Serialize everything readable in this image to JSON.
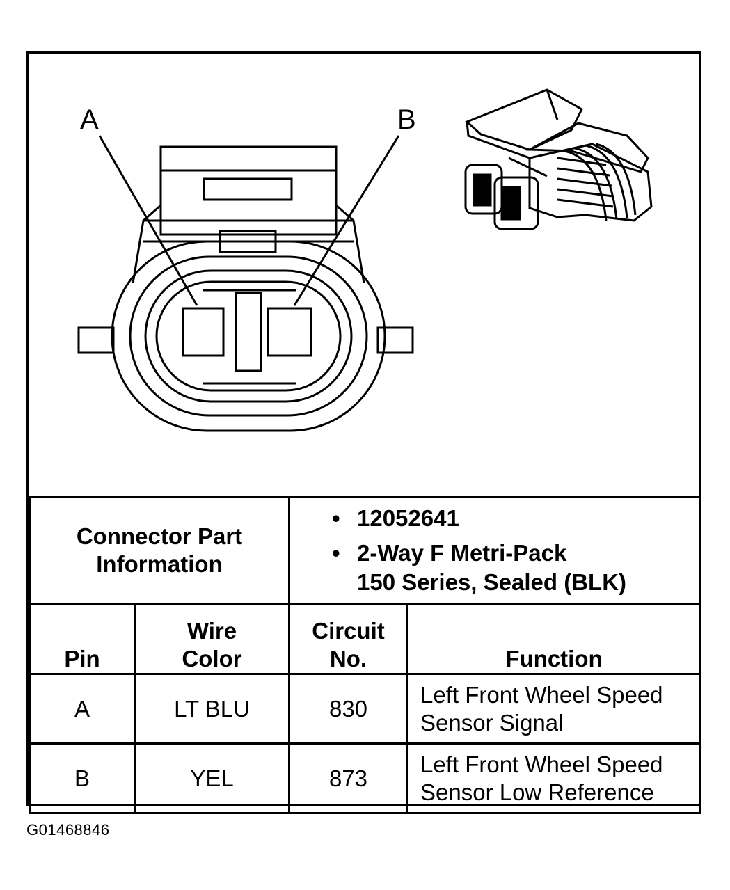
{
  "diagram": {
    "pin_labels": [
      "A",
      "B"
    ]
  },
  "part_info": {
    "label": "Connector Part\nInformation",
    "bullets": [
      "12052641",
      "2-Way F Metri-Pack\n150 Series, Sealed (BLK)"
    ]
  },
  "table": {
    "headers": [
      "Pin",
      "Wire\nColor",
      "Circuit\nNo.",
      "Function"
    ],
    "rows": [
      {
        "pin": "A",
        "wire_color": "LT BLU",
        "circuit": "830",
        "function": "Left Front Wheel Speed\nSensor Signal"
      },
      {
        "pin": "B",
        "wire_color": "YEL",
        "circuit": "873",
        "function": "Left Front Wheel Speed\nSensor Low Reference"
      }
    ]
  },
  "figure_id": "G01468846"
}
